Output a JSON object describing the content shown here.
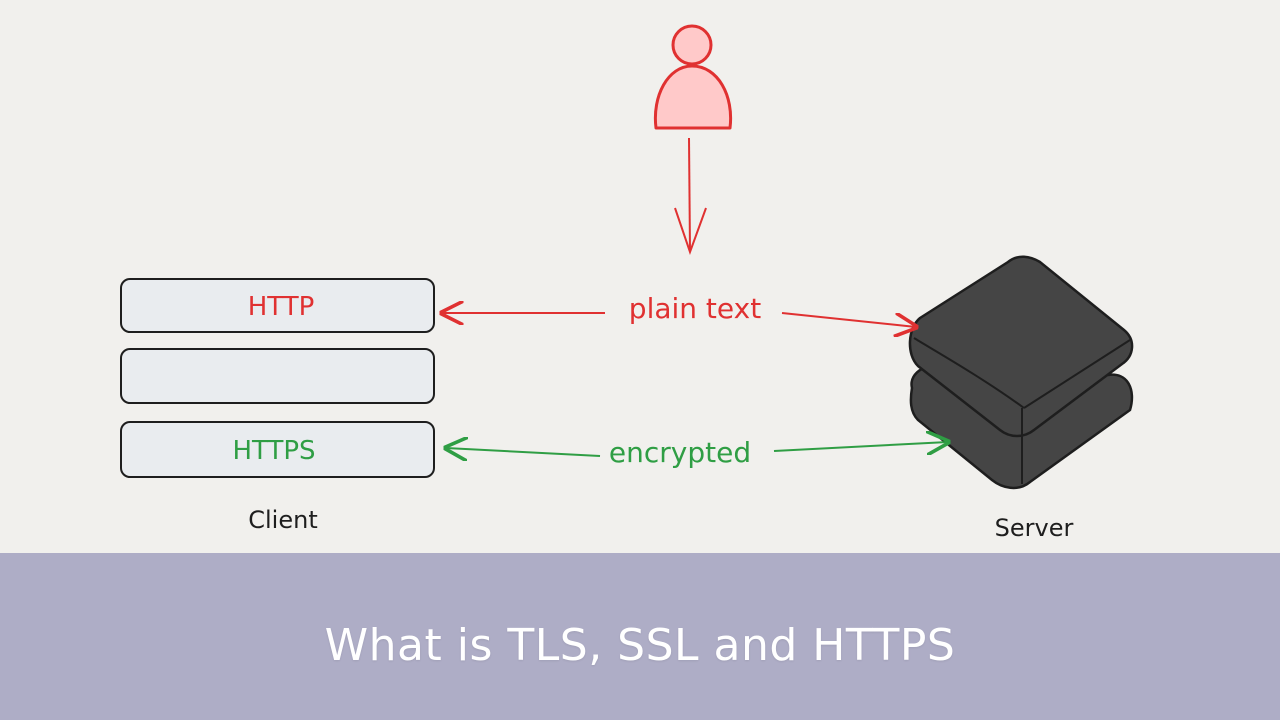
{
  "client": {
    "label": "Client",
    "layers": [
      {
        "label": "HTTP",
        "color": "#e03131"
      },
      {
        "label": "",
        "color": "#1e1e1e"
      },
      {
        "label": "HTTPS",
        "color": "#2f9e44"
      }
    ],
    "box_fill": "#e9ecef"
  },
  "server": {
    "label": "Server",
    "fill": "#454545"
  },
  "user": {
    "icon": "user-icon",
    "fill": "#ffc9c9",
    "stroke": "#e03131"
  },
  "connections": {
    "plain": {
      "label": "plain text",
      "color": "#e03131"
    },
    "encrypted": {
      "label": "encrypted",
      "color": "#2f9e44"
    }
  },
  "banner": {
    "title": "What is TLS, SSL and HTTPS",
    "background": "#aeadc6"
  }
}
